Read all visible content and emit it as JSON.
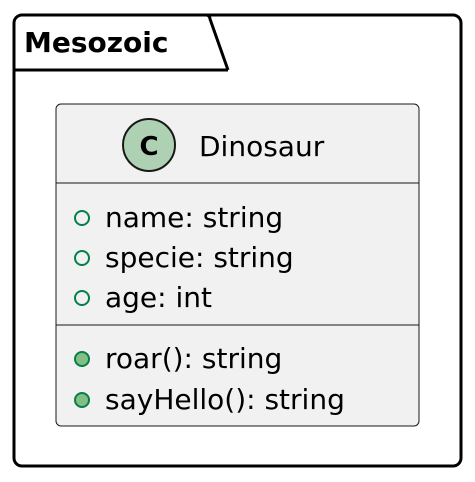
{
  "package": {
    "name": "Mesozoic"
  },
  "class": {
    "name": "Dinosaur",
    "stereotype_letter": "C",
    "stereotype_color": "#ADD1B2",
    "fill_color": "#F1F1F1",
    "attributes": [
      {
        "visibility": "public",
        "text": "name: string"
      },
      {
        "visibility": "public",
        "text": "specie: string"
      },
      {
        "visibility": "public",
        "text": "age: int"
      }
    ],
    "methods": [
      {
        "visibility": "public",
        "text": "roar(): string"
      },
      {
        "visibility": "public",
        "text": "sayHello(): string"
      }
    ]
  },
  "colors": {
    "stroke": "#181818",
    "public_attr_stroke": "#038048",
    "public_method_fill": "#84BE84"
  }
}
